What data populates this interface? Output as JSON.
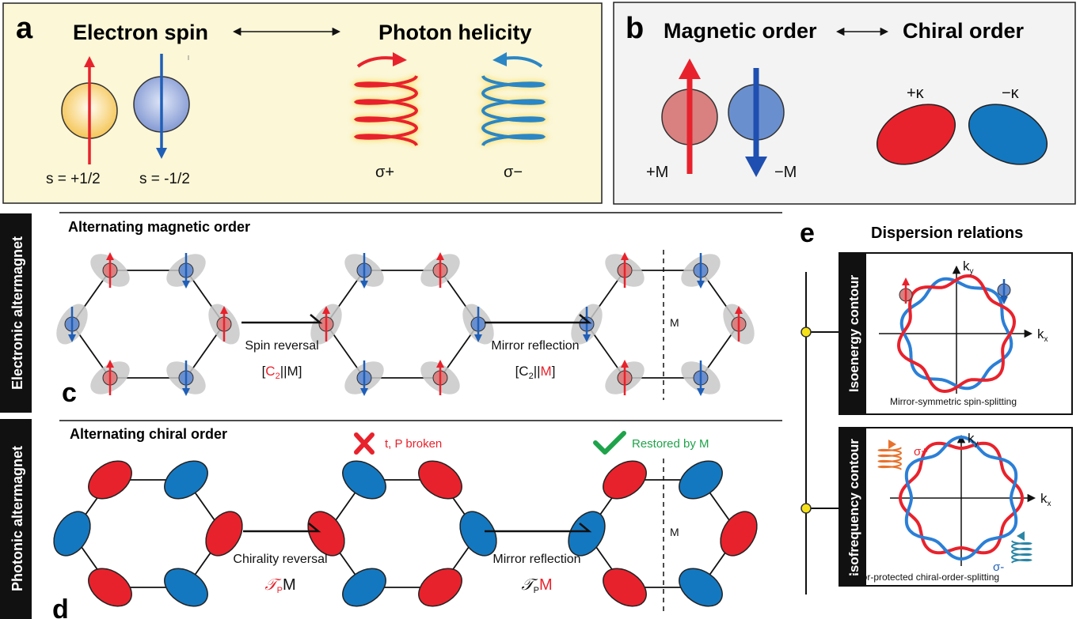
{
  "panel_a": {
    "letter": "a",
    "title_left": "Electron spin",
    "title_right": "Photon helicity",
    "spin_up_label": "s = +1/2",
    "spin_down_label": "s = -1/2",
    "helicity_plus": "σ+",
    "helicity_minus": "σ−",
    "colors": {
      "background": "#fbf7d7",
      "up": "#e8222c",
      "down": "#1f5fb8",
      "helix_plus": "#e8222c",
      "helix_minus": "#2b86c5",
      "glow": "#ffe37a"
    }
  },
  "panel_b": {
    "letter": "b",
    "title_left": "Magnetic order",
    "title_right": "Chiral order",
    "plus_m": "+M",
    "minus_m": "−M",
    "plus_k": "+κ",
    "minus_k": "−κ",
    "colors": {
      "background": "#f3f3f3",
      "red": "#e8222c",
      "blue": "#1478c0"
    }
  },
  "panel_c": {
    "letter": "c",
    "side_label": "Electronic altermagnet",
    "subtitle": "Alternating magnetic order",
    "step1_line1": "Spin reversal",
    "step1_pre": "[",
    "step1_c": "C",
    "step1_sub": "2",
    "step1_post": "||M]",
    "step2_line1": "Mirror reflection",
    "step2_pre": "[C",
    "step2_sub": "2",
    "step2_mid": "||",
    "step2_m": "M",
    "step2_post": "]",
    "mirror_label": "M"
  },
  "panel_d": {
    "letter": "d",
    "side_label": "Photonic altermagnet",
    "subtitle": "Alternating chiral order",
    "broken_text": "t, P broken",
    "restored_text": "Restored by M",
    "step1_line1": "Chirality reversal",
    "step1_op": "𝒯",
    "step1_sub": "P",
    "step1_m": "M",
    "step2_line1": "Mirror reflection",
    "step2_op": "𝒯",
    "step2_sub": "P",
    "step2_m": "M",
    "mirror_label": "M"
  },
  "panel_e": {
    "letter": "e",
    "title": "Dispersion relations",
    "top_side": "Isoenergy contour",
    "top_caption": "Mirror-symmetric spin-splitting",
    "bottom_side": "Isofrequency contour",
    "bottom_caption": "Mirror-protected chiral-order-splitting",
    "kx": "k",
    "kx_sub": "x",
    "ky": "k",
    "ky_sub": "y",
    "sigma_plus": "σ+",
    "sigma_minus": "σ-"
  }
}
